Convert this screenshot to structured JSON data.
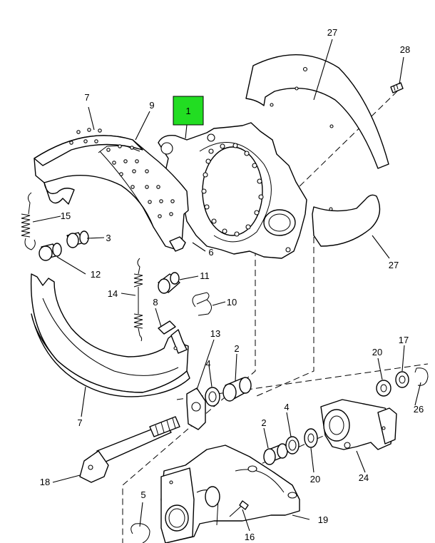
{
  "highlight_color": "#22dd22",
  "callouts": {
    "c1": "1",
    "c2a": "2",
    "c2b": "2",
    "c3": "3",
    "c4a": "4",
    "c4b": "4",
    "c5": "5",
    "c6": "6",
    "c7a": "7",
    "c7b": "7",
    "c8": "8",
    "c9": "9",
    "c10": "10",
    "c11": "11",
    "c12": "12",
    "c13": "13",
    "c14": "14",
    "c15": "15",
    "c16": "16",
    "c17": "17",
    "c18": "18",
    "c19": "19",
    "c20a": "20",
    "c20b": "20",
    "c24": "24",
    "c26": "26",
    "c27a": "27",
    "c27b": "27",
    "c28": "28"
  }
}
